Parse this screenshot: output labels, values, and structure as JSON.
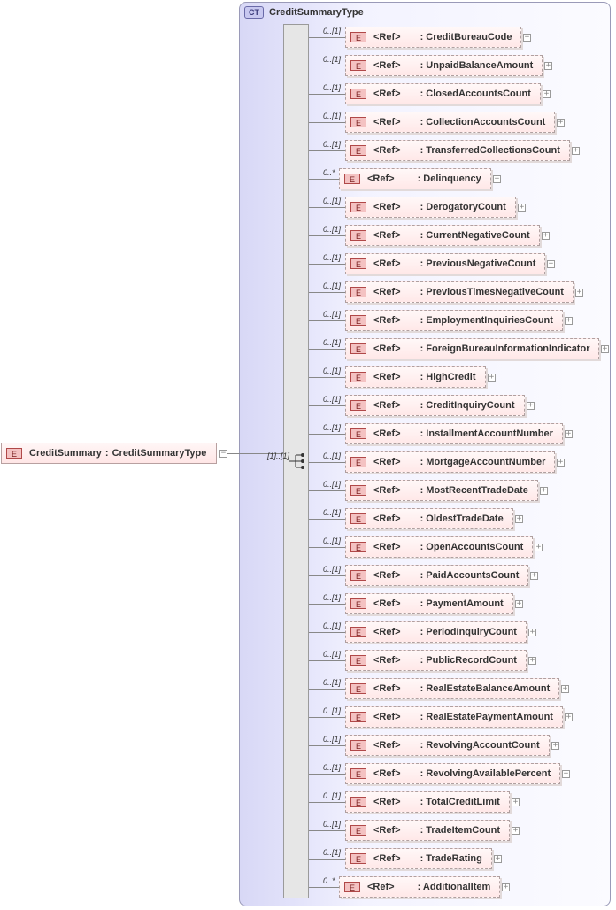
{
  "complex_type": {
    "badge": "CT",
    "name": "CreditSummaryType"
  },
  "root": {
    "badge": "E",
    "name": "CreditSummary",
    "separator": ":",
    "type": "CreditSummaryType",
    "collapse_symbol": "−"
  },
  "sequence": {
    "cardinality": "[1]..[1]"
  },
  "elements": [
    {
      "card": "0..[1]",
      "ref": "<Ref>",
      "name": ": CreditBureauCode"
    },
    {
      "card": "0..[1]",
      "ref": "<Ref>",
      "name": ": UnpaidBalanceAmount"
    },
    {
      "card": "0..[1]",
      "ref": "<Ref>",
      "name": ": ClosedAccountsCount"
    },
    {
      "card": "0..[1]",
      "ref": "<Ref>",
      "name": ": CollectionAccountsCount"
    },
    {
      "card": "0..[1]",
      "ref": "<Ref>",
      "name": ": TransferredCollectionsCount"
    },
    {
      "card": "0..*",
      "ref": "<Ref>",
      "name": ": Delinquency",
      "multi": true
    },
    {
      "card": "0..[1]",
      "ref": "<Ref>",
      "name": ": DerogatoryCount"
    },
    {
      "card": "0..[1]",
      "ref": "<Ref>",
      "name": ": CurrentNegativeCount"
    },
    {
      "card": "0..[1]",
      "ref": "<Ref>",
      "name": ": PreviousNegativeCount"
    },
    {
      "card": "0..[1]",
      "ref": "<Ref>",
      "name": ": PreviousTimesNegativeCount"
    },
    {
      "card": "0..[1]",
      "ref": "<Ref>",
      "name": ": EmploymentInquiriesCount"
    },
    {
      "card": "0..[1]",
      "ref": "<Ref>",
      "name": ": ForeignBureauInformationIndicator"
    },
    {
      "card": "0..[1]",
      "ref": "<Ref>",
      "name": ": HighCredit"
    },
    {
      "card": "0..[1]",
      "ref": "<Ref>",
      "name": ": CreditInquiryCount"
    },
    {
      "card": "0..[1]",
      "ref": "<Ref>",
      "name": ": InstallmentAccountNumber"
    },
    {
      "card": "0..[1]",
      "ref": "<Ref>",
      "name": ": MortgageAccountNumber"
    },
    {
      "card": "0..[1]",
      "ref": "<Ref>",
      "name": ": MostRecentTradeDate"
    },
    {
      "card": "0..[1]",
      "ref": "<Ref>",
      "name": ": OldestTradeDate"
    },
    {
      "card": "0..[1]",
      "ref": "<Ref>",
      "name": ": OpenAccountsCount"
    },
    {
      "card": "0..[1]",
      "ref": "<Ref>",
      "name": ": PaidAccountsCount"
    },
    {
      "card": "0..[1]",
      "ref": "<Ref>",
      "name": ": PaymentAmount"
    },
    {
      "card": "0..[1]",
      "ref": "<Ref>",
      "name": ": PeriodInquiryCount"
    },
    {
      "card": "0..[1]",
      "ref": "<Ref>",
      "name": ": PublicRecordCount"
    },
    {
      "card": "0..[1]",
      "ref": "<Ref>",
      "name": ": RealEstateBalanceAmount"
    },
    {
      "card": "0..[1]",
      "ref": "<Ref>",
      "name": ": RealEstatePaymentAmount"
    },
    {
      "card": "0..[1]",
      "ref": "<Ref>",
      "name": ": RevolvingAccountCount"
    },
    {
      "card": "0..[1]",
      "ref": "<Ref>",
      "name": ": RevolvingAvailablePercent"
    },
    {
      "card": "0..[1]",
      "ref": "<Ref>",
      "name": ": TotalCreditLimit"
    },
    {
      "card": "0..[1]",
      "ref": "<Ref>",
      "name": ": TradeItemCount"
    },
    {
      "card": "0..[1]",
      "ref": "<Ref>",
      "name": ": TradeRating"
    },
    {
      "card": "0..*",
      "ref": "<Ref>",
      "name": ": AdditionalItem",
      "multi": true
    }
  ],
  "expand_symbol": "+"
}
